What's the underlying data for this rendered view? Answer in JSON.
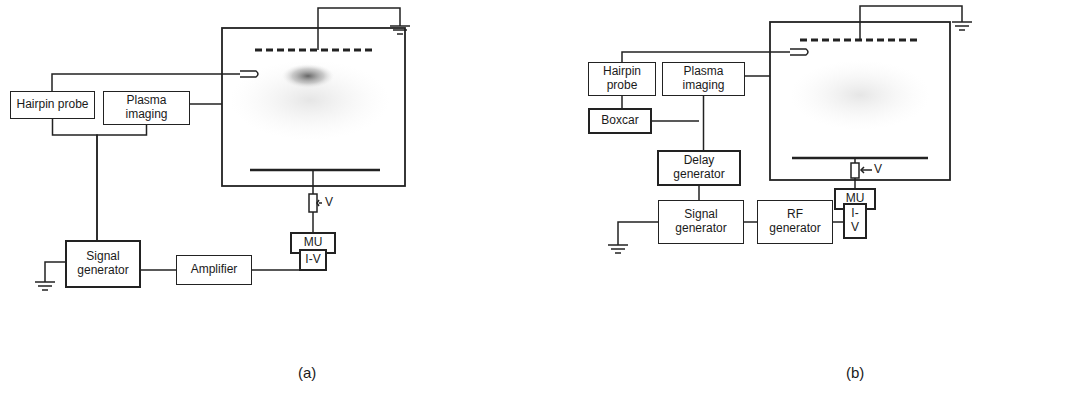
{
  "diagram": {
    "nodes": [
      {
        "text": [
          "Hairpin probe"
        ]
      },
      {
        "text": [
          "Plasma imaging"
        ]
      },
      {
        "text": [
          "MU"
        ]
      },
      {
        "text": [
          "I-V"
        ]
      },
      {
        "text": [
          "Signal generator"
        ]
      },
      {
        "text": [
          "Amplifier"
        ]
      },
      {
        "text": [
          "Hairpin probe"
        ]
      },
      {
        "text": [
          "Plasma imaging"
        ]
      },
      {
        "text": [
          "Boxcar"
        ]
      },
      {
        "text": [
          "Delay generator"
        ]
      },
      {
        "text": [
          "Signal generator"
        ]
      },
      {
        "text": [
          "RF generator"
        ]
      },
      {
        "text": [
          "MU"
        ]
      },
      {
        "text": [
          "I-V"
        ]
      }
    ],
    "edges": [
      {
        "from": 0,
        "to": 4,
        "arrow": "none"
      },
      {
        "from": 1,
        "to": 4,
        "arrow": "none"
      },
      {
        "from": 4,
        "to": 5,
        "arrow": "none"
      },
      {
        "from": 5,
        "to": 3,
        "arrow": "none"
      },
      {
        "from": 6,
        "to": 8,
        "arrow": "none"
      },
      {
        "from": 7,
        "to": 9,
        "arrow": "none"
      },
      {
        "from": 8,
        "to": 9,
        "arrow": "none"
      },
      {
        "from": 9,
        "to": 10,
        "arrow": "none"
      },
      {
        "from": 10,
        "to": 11,
        "arrow": "none"
      },
      {
        "from": 11,
        "to": 13,
        "arrow": "none"
      }
    ],
    "labels": [
      "V",
      "(a)",
      "V",
      "(b)"
    ]
  }
}
